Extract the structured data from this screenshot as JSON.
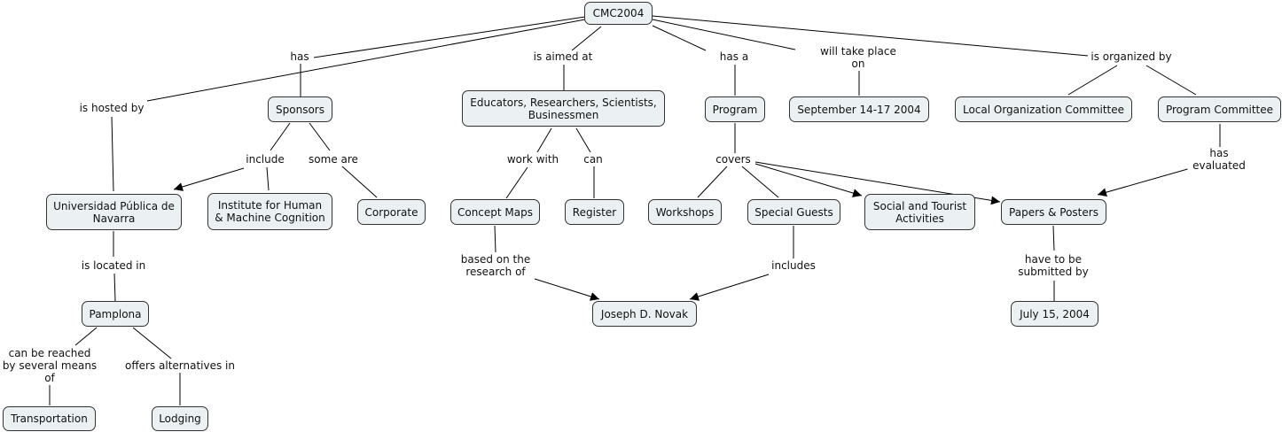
{
  "map_title": "CMC2004",
  "concepts": {
    "cmc2004": "CMC2004",
    "sponsors": "Sponsors",
    "audience": "Educators, Researchers, Scientists,\nBusinessmen",
    "program": "Program",
    "date": "September 14-17 2004",
    "local_committee": "Local Organization Committee",
    "program_committee": "Program Committee",
    "university": "Universidad Pública de\nNavarra",
    "ihmc": "Institute for Human\n& Machine Cognition",
    "corporate": "Corporate",
    "concept_maps": "Concept Maps",
    "register": "Register",
    "workshops": "Workshops",
    "special_guests": "Special Guests",
    "social": "Social and Tourist\nActivities",
    "papers": "Papers & Posters",
    "pamplona": "Pamplona",
    "novak": "Joseph D. Novak",
    "deadline": "July 15, 2004",
    "transportation": "Transportation",
    "lodging": "Lodging"
  },
  "linking_phrases": {
    "has": "has",
    "is_hosted_by": "is hosted by",
    "is_aimed_at": "is aimed at",
    "has_a": "has a",
    "will_take_place_on": "will take place\non",
    "is_organized_by": "is organized by",
    "include": "include",
    "some_are": "some are",
    "work_with": "work with",
    "can": "can",
    "covers": "covers",
    "has_evaluated": "has evaluated",
    "is_located_in": "is located in",
    "based_on": "based on the\nresearch of",
    "includes": "includes",
    "submitted_by": "have to be\nsubmitted by",
    "reached_by": "can be reached\nby several means\nof",
    "offers": "offers alternatives in"
  }
}
